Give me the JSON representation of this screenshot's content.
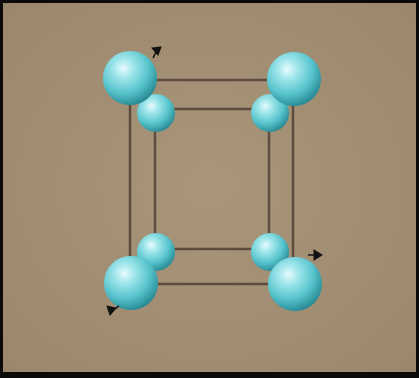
{
  "scene": {
    "subject": "unit-cell",
    "background_color": "#a38f73",
    "frame_color": "#0b0b0b",
    "edge_color": "#5e4d3e",
    "atom_color": "#6fd1d8",
    "atom_highlight_color": "#e8fbfd",
    "atom_shadow_color": "#1f7f8a",
    "arrow_color": "#111111",
    "atom_count": 8,
    "arrow_count": 3
  }
}
